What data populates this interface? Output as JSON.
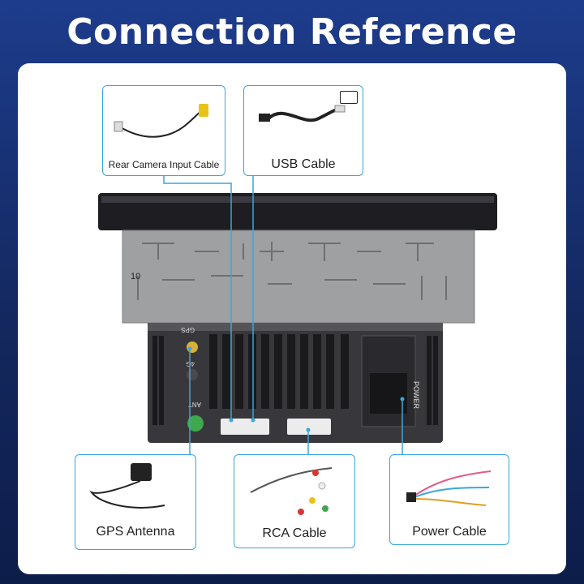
{
  "header": {
    "title": "Connection Reference"
  },
  "callouts": {
    "rear_camera": {
      "label": "Rear Camera Input Cable"
    },
    "usb": {
      "label": "USB Cable"
    },
    "gps": {
      "label": "GPS Antenna"
    },
    "rca": {
      "label": "RCA Cable"
    },
    "power": {
      "label": "Power Cable"
    }
  },
  "unit_labels": {
    "gps_port": "GPS",
    "lte_port": "4G",
    "ant_port": "ANT",
    "power_port": "POWER",
    "chassis_number": "10"
  },
  "colors": {
    "background": "#14285f",
    "accent_line": "#3aa6dc",
    "gps_connector": "#d8b03a",
    "ant_connector": "#3fa84c"
  }
}
